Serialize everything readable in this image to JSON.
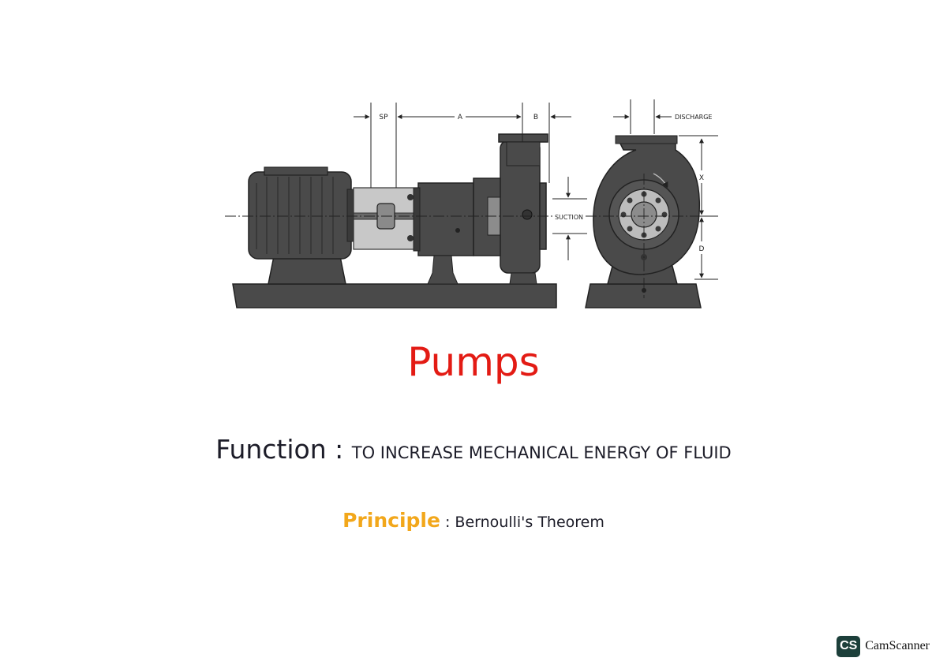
{
  "diagram": {
    "labels": {
      "sp": "SP",
      "a": "A",
      "b": "B",
      "suction": "SUCTION",
      "discharge": "DISCHARGE",
      "x": "X",
      "d": "D"
    }
  },
  "title": "Pumps",
  "function": {
    "label": "Function",
    "separator": " : ",
    "value": "TO INCREASE MECHANICAL ENERGY OF FLUID"
  },
  "principle": {
    "label": "Principle",
    "separator": " : ",
    "value": "Bernoulli's Theorem"
  },
  "watermark": {
    "logo": "CS",
    "text": "CamScanner"
  },
  "colors": {
    "title": "#e31b14",
    "principle_label": "#f2a71b",
    "body_text": "#1c1c28",
    "machine": "#4a4a4a",
    "coupling_guard": "#c8c8c8"
  }
}
